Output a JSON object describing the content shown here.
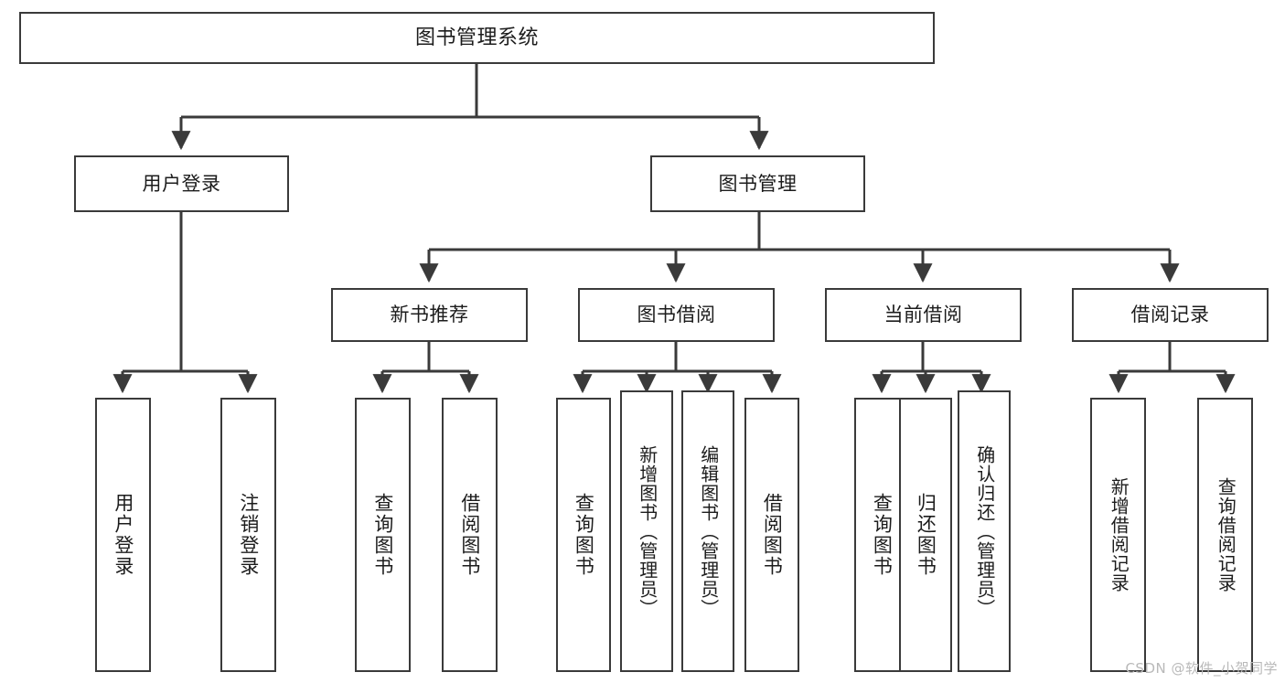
{
  "diagram": {
    "title": "图书管理系统",
    "type": "tree",
    "orientation": "top-down",
    "style": {
      "box_fill": "#ffffff",
      "box_stroke": "#3a3a3a",
      "connector": "#3a3a3a",
      "text": "#1c1c1c",
      "background": "#ffffff",
      "watermark_color": "#b9b9b9"
    },
    "root": {
      "label": "图书管理系统"
    },
    "level2": [
      {
        "label": "用户登录"
      },
      {
        "label": "图书管理"
      }
    ],
    "level3": [
      {
        "label": "新书推荐"
      },
      {
        "label": "图书借阅"
      },
      {
        "label": "当前借阅"
      },
      {
        "label": "借阅记录"
      }
    ],
    "leaves": {
      "user_login": [
        {
          "label": "用户登录"
        },
        {
          "label": "注销登录"
        }
      ],
      "new_book_recommend": [
        {
          "label": "查询图书"
        },
        {
          "label": "借阅图书"
        }
      ],
      "book_borrow": [
        {
          "label": "查询图书"
        },
        {
          "label": "新增图书（管理员）"
        },
        {
          "label": "编辑图书（管理员）"
        },
        {
          "label": "借阅图书"
        }
      ],
      "current_borrow": [
        {
          "label": "查询图书"
        },
        {
          "label": "归还图书"
        },
        {
          "label": "确认归还（管理员）"
        }
      ],
      "borrow_record": [
        {
          "label": "新增借阅记录"
        },
        {
          "label": "查询借阅记录"
        }
      ]
    }
  },
  "watermark": {
    "text": "CSDN @软件_小贺同学"
  }
}
